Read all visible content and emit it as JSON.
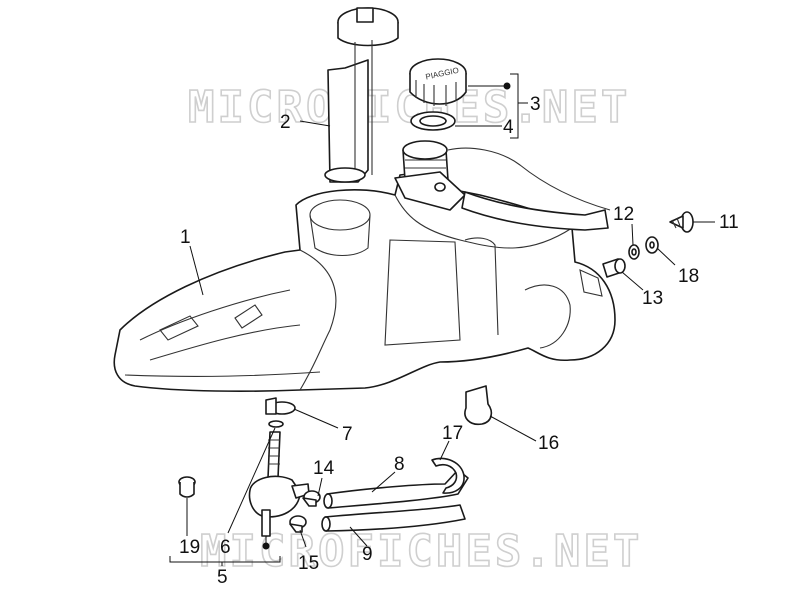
{
  "watermark": {
    "text_top": "MICROFICHES.NET",
    "text_bottom": "MICROFICHES.NET"
  },
  "cap_text": "PIAGGIO",
  "labels": {
    "l1": "1",
    "l2": "2",
    "l3": "3",
    "l4": "4",
    "l5": "5",
    "l6": "6",
    "l7": "7",
    "l8": "8",
    "l9": "9",
    "l11": "11",
    "l12": "12",
    "l13": "13",
    "l14": "14",
    "l15": "15",
    "l16": "16",
    "l17": "17",
    "l18": "18",
    "l19": "19"
  }
}
